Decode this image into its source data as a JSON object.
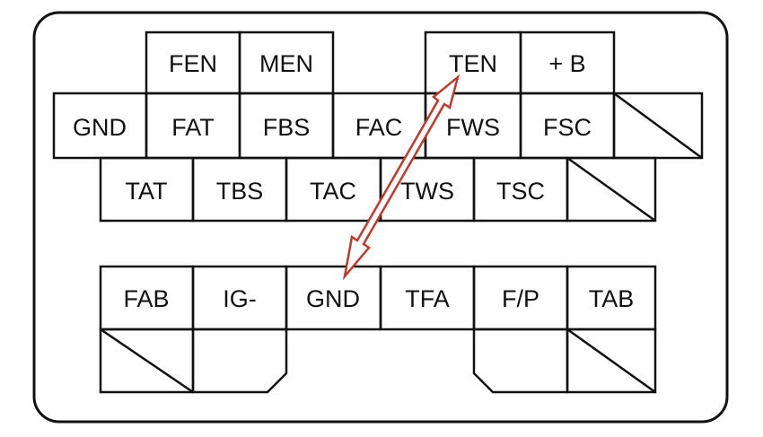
{
  "connector": {
    "upper_row_1": [
      {
        "id": "fen",
        "label": "FEN"
      },
      {
        "id": "men",
        "label": "MEN"
      },
      {
        "id": "ten",
        "label": "TEN"
      },
      {
        "id": "b-plus",
        "label": "+ B"
      }
    ],
    "upper_row_2": [
      {
        "id": "gnd-upper",
        "label": "GND"
      },
      {
        "id": "fat",
        "label": "FAT"
      },
      {
        "id": "fbs",
        "label": "FBS"
      },
      {
        "id": "fac",
        "label": "FAC"
      },
      {
        "id": "fws",
        "label": "FWS"
      },
      {
        "id": "fsc",
        "label": "FSC"
      },
      {
        "id": "blank-row2",
        "label": ""
      }
    ],
    "upper_row_3": [
      {
        "id": "tat",
        "label": "TAT"
      },
      {
        "id": "tbs",
        "label": "TBS"
      },
      {
        "id": "tac",
        "label": "TAC"
      },
      {
        "id": "tws",
        "label": "TWS"
      },
      {
        "id": "tsc",
        "label": "TSC"
      },
      {
        "id": "blank-row3",
        "label": ""
      }
    ],
    "lower_row_1": [
      {
        "id": "fab",
        "label": "FAB"
      },
      {
        "id": "ig-minus",
        "label": "IG-"
      },
      {
        "id": "gnd-lower",
        "label": "GND"
      },
      {
        "id": "tfa",
        "label": "TFA"
      },
      {
        "id": "f-p",
        "label": "F/P"
      },
      {
        "id": "tab",
        "label": "TAB"
      }
    ],
    "jumper": {
      "from": "TEN",
      "to": "GND",
      "color": "#c0392b"
    },
    "colors": {
      "outline": "#111111",
      "background": "#ffffff",
      "arrow": "#c0392b"
    }
  }
}
